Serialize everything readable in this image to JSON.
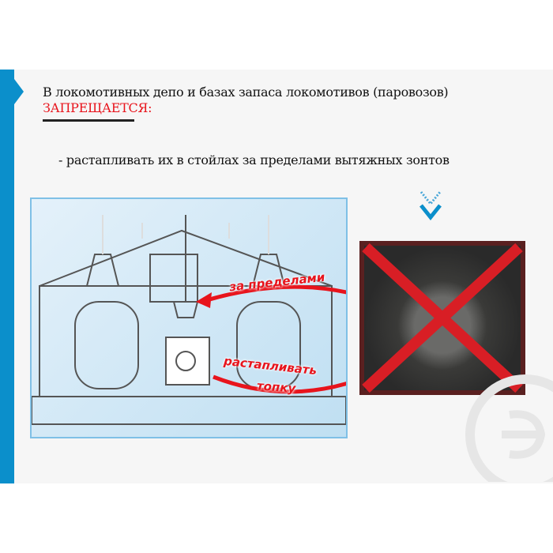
{
  "heading": {
    "line1": "В локомотивных депо и базах запаса локомотивов (паровозов)",
    "line2": "ЗАПРЕЩАЕТСЯ:"
  },
  "bullet": "- растапливать их в стойлах за пределами вытяжных зонтов",
  "diagram": {
    "label_outside": "за пределами",
    "label_fire": "растапливать",
    "label_firebox": "топку"
  },
  "colors": {
    "accent": "#0b8fcb",
    "warning": "#e8141c"
  }
}
